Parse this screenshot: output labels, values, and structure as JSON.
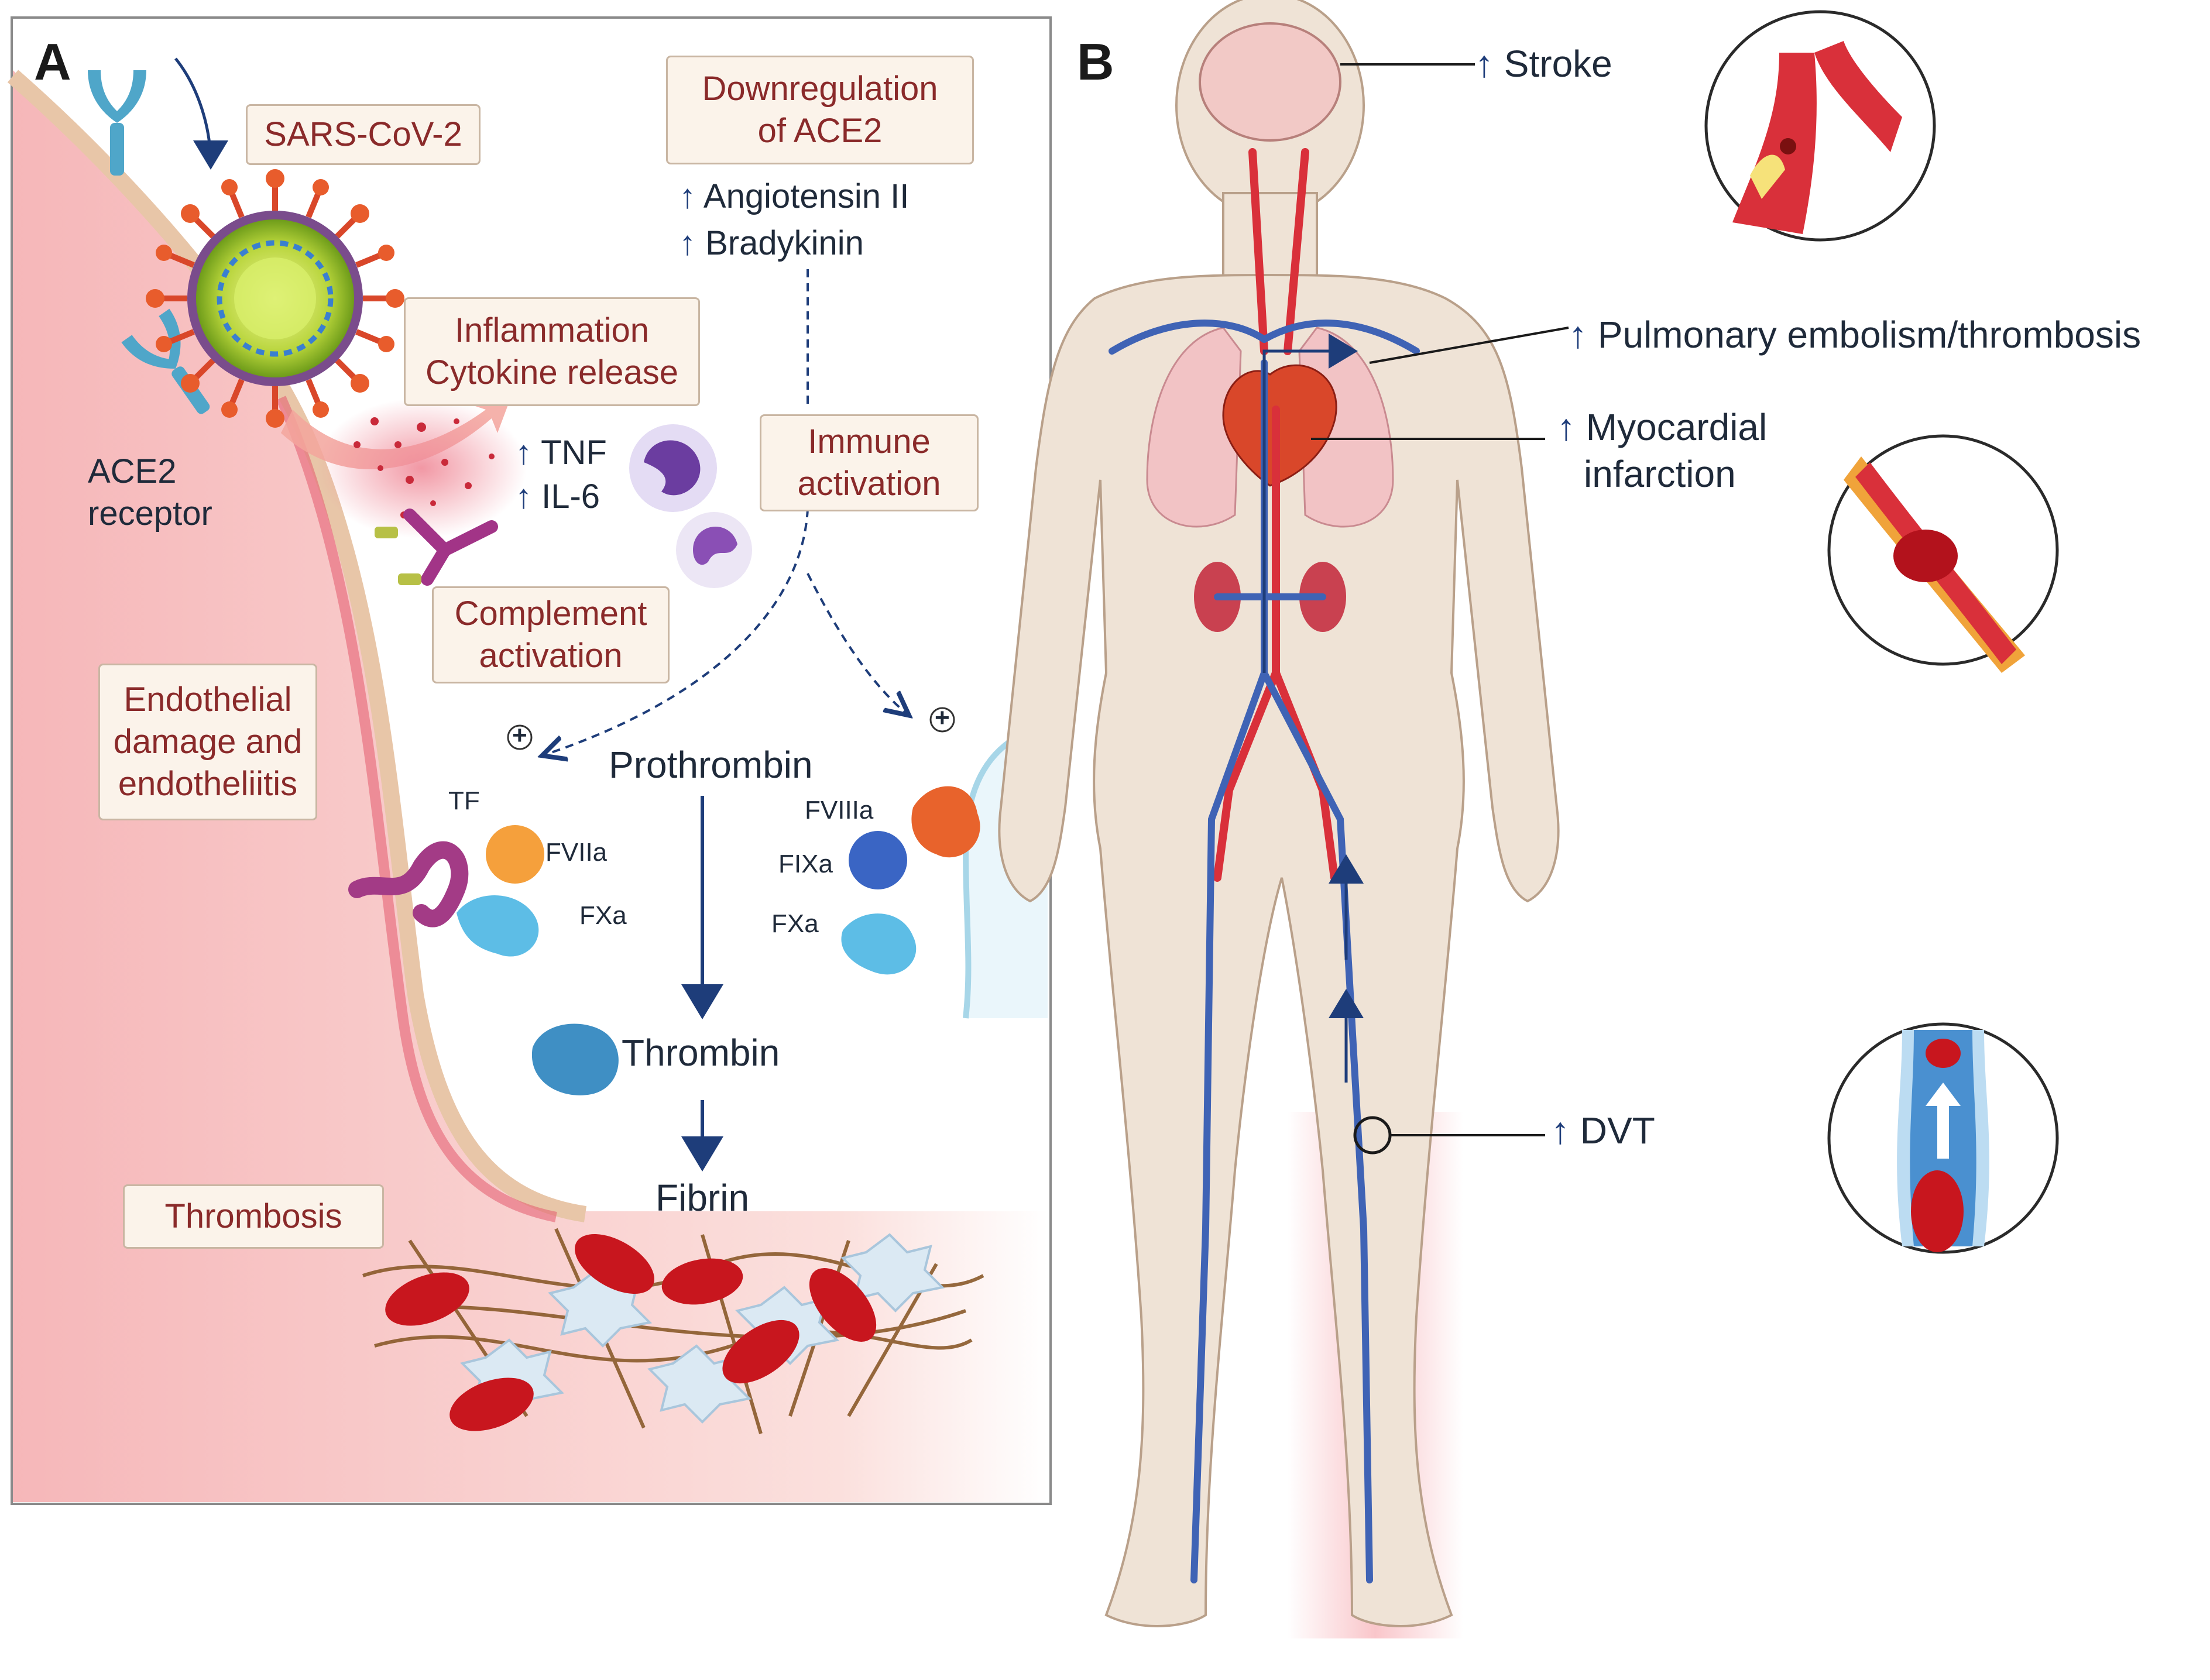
{
  "panel_a": {
    "letter": "A",
    "virus": "SARS-CoV-2",
    "ace2_receptor": [
      "ACE2",
      "receptor"
    ],
    "downregulation": [
      "Downregulation",
      "of ACE2"
    ],
    "angiotensin": "Angiotensin II",
    "bradykinin": "Bradykinin",
    "inflammation": [
      "Inflammation",
      "Cytokine release"
    ],
    "tnf": "TNF",
    "il6": "IL-6",
    "immune": [
      "Immune",
      "activation"
    ],
    "complement": [
      "Complement",
      "activation"
    ],
    "endothelial": [
      "Endothelial",
      "damage and",
      "endotheliitis"
    ],
    "plus": "+",
    "tf": "TF",
    "fviia": "FVIIa",
    "fxa_left": "FXa",
    "prothrombin": "Prothrombin",
    "fviiia": "FVIIIa",
    "fixa": "FIXa",
    "fxa_right": "FXa",
    "thrombin": "Thrombin",
    "fibrin": "Fibrin",
    "thrombosis": "Thrombosis"
  },
  "panel_b": {
    "letter": "B",
    "stroke": "Stroke",
    "pe": "Pulmonary embolism/thrombosis",
    "mi": [
      "Myocardial",
      "infarction"
    ],
    "dvt": "DVT"
  },
  "colors": {
    "arrow_navy": "#1e3d7a",
    "callout_bg": "#fbf3ea",
    "callout_text": "#8a2a2a",
    "vessel_red": "#d9303a",
    "vein_blue": "#3f63b5",
    "skin": "#efe3d6"
  }
}
